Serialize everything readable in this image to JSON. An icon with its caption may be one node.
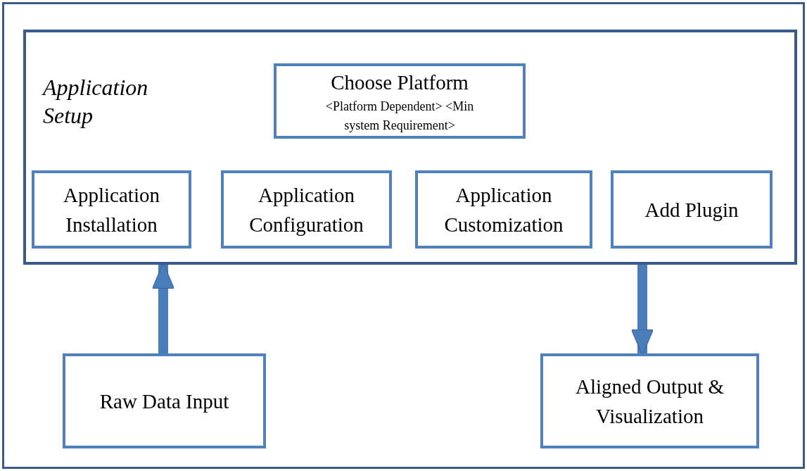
{
  "diagram": {
    "nodes": [
      {
        "text": [
          "Application Setup"
        ]
      },
      {
        "text": [
          "Choose Platform",
          "<Platform Dependent> <Min system Requirement>"
        ],
        "in": 0
      },
      {
        "text": [
          "Application Installation"
        ],
        "in": 0
      },
      {
        "text": [
          "Application Configuration"
        ],
        "in": 0
      },
      {
        "text": [
          "Application Customization"
        ],
        "in": 0
      },
      {
        "text": [
          "Add Plugin"
        ],
        "in": 0
      },
      {
        "text": [
          "Raw Data Input"
        ]
      },
      {
        "text": [
          "Aligned Output & Visualization"
        ]
      }
    ],
    "edges": [
      {
        "from": 6,
        "to": 0,
        "arrow": "to"
      },
      {
        "from": 0,
        "to": 7,
        "arrow": "to"
      }
    ]
  }
}
